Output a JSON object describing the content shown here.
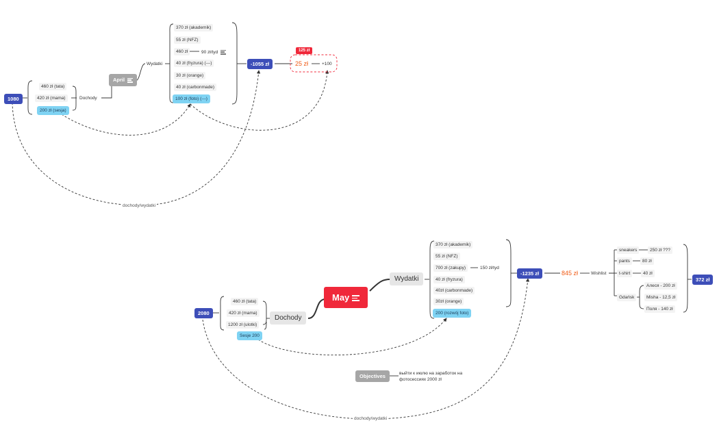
{
  "april": {
    "income_total": "1080",
    "center": "April",
    "income_branch": "Dochody",
    "income_items": [
      "460 zł (tata)",
      "420 zł (mama)",
      "200 zł (sesja)"
    ],
    "expense_branch": "Wydatki",
    "expense_items": [
      "370 zł (akademik)",
      "55 zł (NFZ)",
      "460 zł",
      "40 zł (fryzura) (---)",
      "30 zł (orange)",
      "40 zł (carbonmade)",
      "100 zł (foto) (---)"
    ],
    "weekly_note": "90 zł/tyd",
    "expense_total": "-1055 zł",
    "balance": "25 zł",
    "balance_tag": "125 zł",
    "extra": "+100",
    "link_label": "dochody/wydatki"
  },
  "may": {
    "income_total": "2080",
    "center": "May",
    "income_branch": "Dochody",
    "income_items": [
      "460 zł (tata)",
      "420 zł (mama)",
      "1200 zł (ulotki)"
    ],
    "sessions": "Sesje 200",
    "expense_branch": "Wydatki",
    "expense_items": [
      "370 zł (akademik)",
      "55 zł (NFZ)",
      "700 zł (zakupy)",
      "40 zł (fryzura)",
      "40zł (carbonmade)",
      "30zł (orange)",
      "200 (rozwój foto)"
    ],
    "weekly_note": "150 zł/tyd",
    "expense_total": "-1235 zł",
    "balance": "845 zł",
    "wishlist": "Wishlist",
    "wishlist_items": [
      {
        "name": "sneakers",
        "value": "250 zł ???"
      },
      {
        "name": "pants",
        "value": "80 zł"
      },
      {
        "name": "t-shirt",
        "value": "40 zł"
      },
      {
        "name": "Gdańsk",
        "values": [
          "Алеся - 200 zł",
          "Misha - 12,5 zł",
          "Поля - 140 zł"
        ]
      }
    ],
    "wishlist_total": "372 zł",
    "objectives": "Objectives",
    "objectives_text": [
      "выйти к июлю на заработок на",
      "фотосессиях 2000 zł"
    ],
    "link_label": "dochody/wydatki"
  },
  "colors": {
    "navy": "#3d4eb8",
    "red": "#f0283a",
    "orange": "#f05a14",
    "light_blue": "#7fd3f3",
    "grey": "#a6a6a6"
  }
}
